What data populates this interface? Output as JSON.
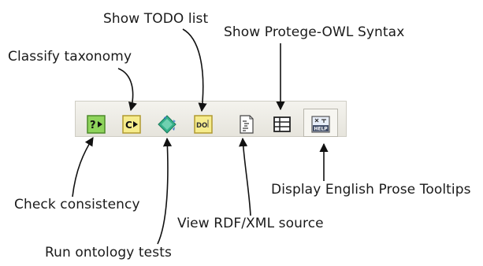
{
  "callouts": {
    "show_todo": "Show TODO list",
    "classify": "Classify taxonomy",
    "show_syntax": "Show Protege-OWL Syntax",
    "check": "Check consistency",
    "display_prose": "Display English Prose Tooltips",
    "view_rdf": "View RDF/XML source",
    "run_tests": "Run ontology tests"
  },
  "icons": {
    "check_glyph": "?",
    "classify_glyph": "C",
    "todo_glyph": "DO",
    "help_glyph": "HELP"
  },
  "colors": {
    "check_fill": "#8fd45c",
    "yellow_fill": "#f6ec8c",
    "tests_fill": "#35b08a"
  }
}
